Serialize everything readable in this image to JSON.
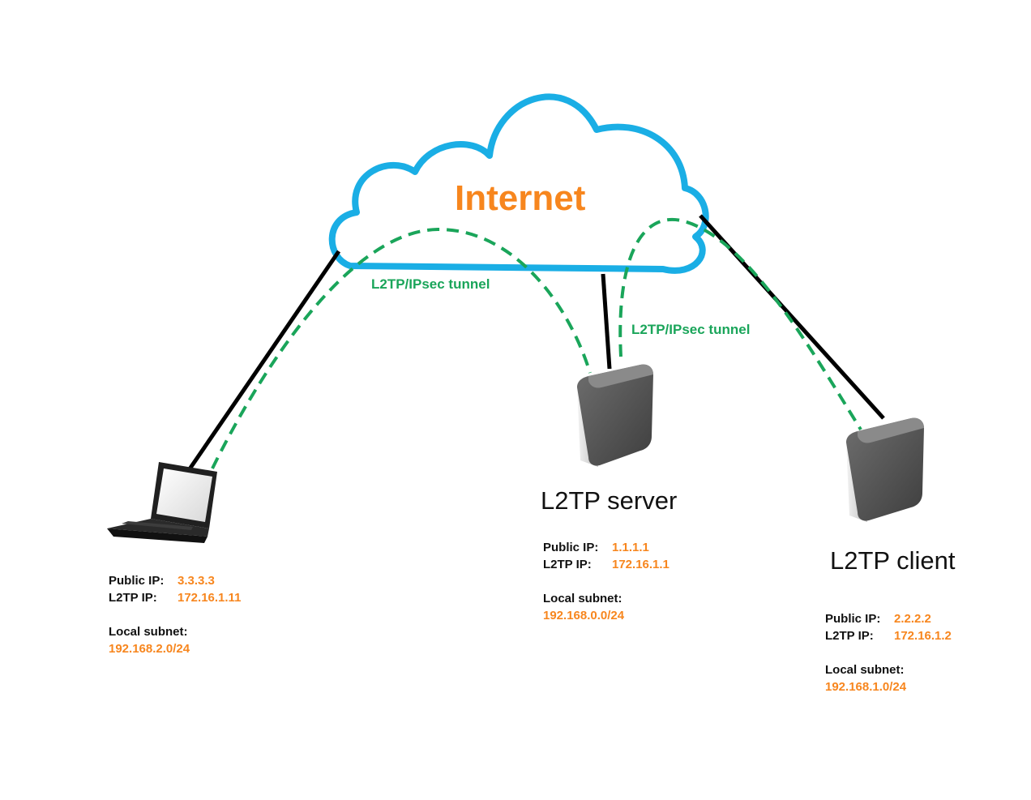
{
  "colors": {
    "cloud_stroke": "#1aaee5",
    "link": "#000000",
    "tunnel": "#1aa55a",
    "accent": "#f7861e",
    "text": "#111111"
  },
  "cloud": {
    "label": "Internet"
  },
  "tunnels": [
    {
      "label": "L2TP/IPsec tunnel"
    },
    {
      "label": "L2TP/IPsec tunnel"
    }
  ],
  "laptop": {
    "icon": "laptop-icon",
    "public_ip_label": "Public IP:",
    "public_ip": "3.3.3.3",
    "l2tp_ip_label": "L2TP IP:",
    "l2tp_ip": "172.16.1.11",
    "subnet_label": "Local subnet:",
    "subnet": "192.168.2.0/24"
  },
  "server": {
    "icon": "router-icon",
    "title": "L2TP server",
    "public_ip_label": "Public IP:",
    "public_ip": "1.1.1.1",
    "l2tp_ip_label": "L2TP IP:",
    "l2tp_ip": "172.16.1.1",
    "subnet_label": "Local subnet:",
    "subnet": "192.168.0.0/24"
  },
  "client": {
    "icon": "router-icon",
    "title": "L2TP client",
    "public_ip_label": "Public IP:",
    "public_ip": "2.2.2.2",
    "l2tp_ip_label": "L2TP IP:",
    "l2tp_ip": "172.16.1.2",
    "subnet_label": "Local subnet:",
    "subnet": "192.168.1.0/24"
  }
}
